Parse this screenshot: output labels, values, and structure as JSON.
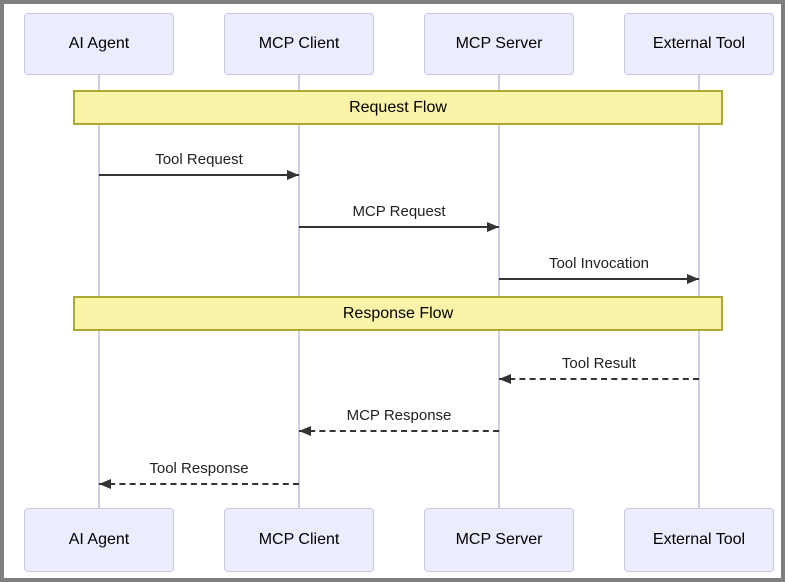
{
  "diagram": {
    "type": "sequence-diagram",
    "actors": [
      {
        "label": "AI Agent"
      },
      {
        "label": "MCP Client"
      },
      {
        "label": "MCP Server"
      },
      {
        "label": "External Tool"
      }
    ],
    "sections": [
      {
        "label": "Request Flow"
      },
      {
        "label": "Response Flow"
      }
    ],
    "messages": [
      {
        "from": "AI Agent",
        "to": "MCP Client",
        "label": "Tool Request",
        "line": "solid",
        "direction": "right"
      },
      {
        "from": "MCP Client",
        "to": "MCP Server",
        "label": "MCP Request",
        "line": "solid",
        "direction": "right"
      },
      {
        "from": "MCP Server",
        "to": "External Tool",
        "label": "Tool Invocation",
        "line": "solid",
        "direction": "right"
      },
      {
        "from": "External Tool",
        "to": "MCP Server",
        "label": "Tool Result",
        "line": "dotted",
        "direction": "left"
      },
      {
        "from": "MCP Server",
        "to": "MCP Client",
        "label": "MCP Response",
        "line": "dotted",
        "direction": "left"
      },
      {
        "from": "MCP Client",
        "to": "AI Agent",
        "label": "Tool Response",
        "line": "dotted",
        "direction": "left"
      }
    ],
    "colors": {
      "actor_fill": "#ececff",
      "actor_border": "#c9c7e3",
      "lifeline": "#cfcce8",
      "section_fill": "#faf3a8",
      "section_border": "#aaaa33",
      "arrow": "#333333",
      "frame_border": "#7f7f7f",
      "background": "#ffffff",
      "text": "#000000"
    }
  }
}
